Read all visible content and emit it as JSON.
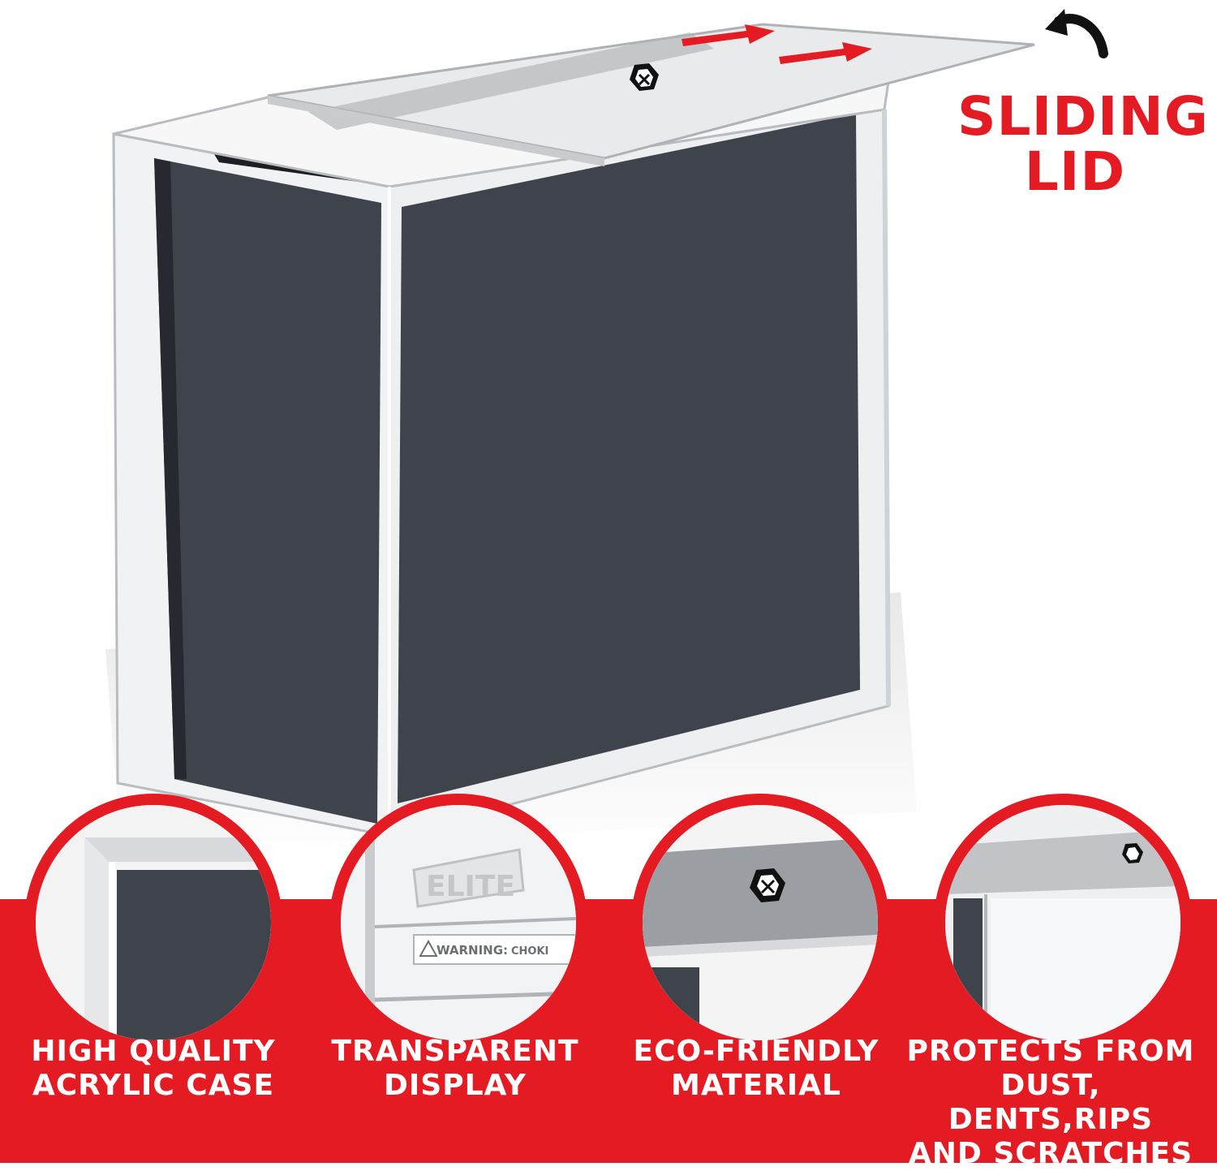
{
  "headline": {
    "line1": "SLIDING",
    "line2": "LID"
  },
  "colors": {
    "brand_red": "#e41b23",
    "panel_dark": "#3f434c",
    "white": "#ffffff"
  },
  "icons": {
    "arrow": "curved-arrow-icon",
    "lid_logo": "hex-logo-icon",
    "direction": "red-arrow-icon"
  },
  "features": [
    {
      "line1": "HIGH QUALITY",
      "line2": "ACRYLIC CASE",
      "line3": ""
    },
    {
      "line1": "TRANSPARENT",
      "line2": "DISPLAY",
      "line3": ""
    },
    {
      "line1": "ECO-FRIENDLY",
      "line2": "MATERIAL",
      "line3": ""
    },
    {
      "line1": "PROTECTS FROM",
      "line2": "DUST, DENTS,RIPS",
      "line3": "AND SCRATCHES"
    }
  ],
  "closeups": {
    "brand_text": "ELITE",
    "warning_text": "WARNING:",
    "warning_suffix": "CHOKI"
  }
}
